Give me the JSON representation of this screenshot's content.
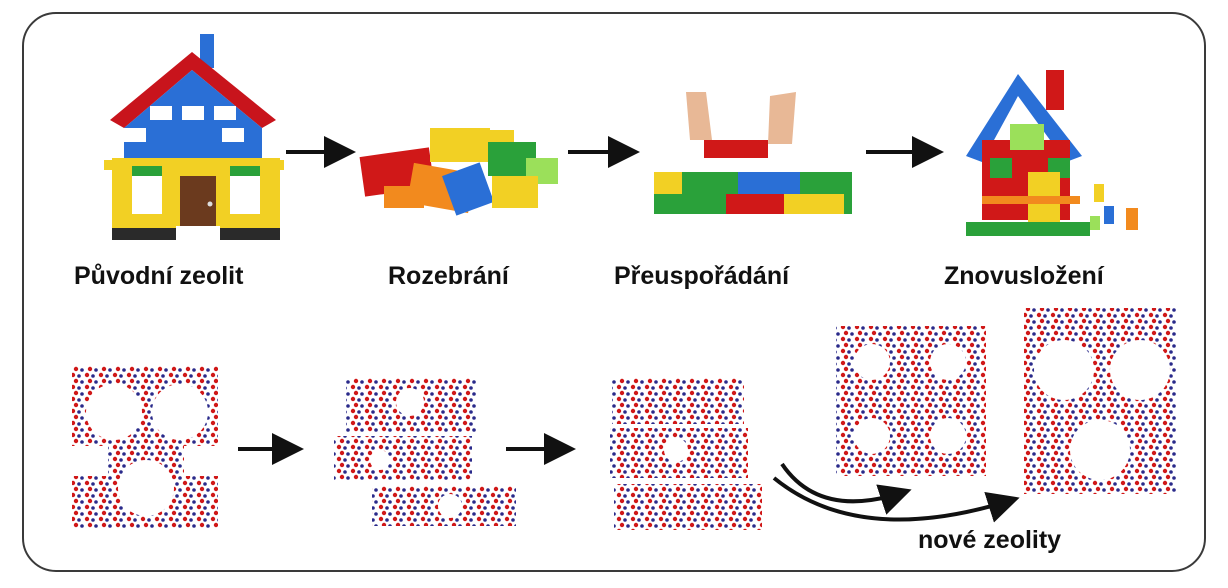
{
  "steps": [
    {
      "label": "Původní zeolit",
      "image": "lego-house-original"
    },
    {
      "label": "Rozebrání",
      "image": "lego-bricks-pile"
    },
    {
      "label": "Přeuspořádání",
      "image": "lego-bricks-rearranged"
    },
    {
      "label": "Znovusložení",
      "image": "lego-house-reassembled"
    }
  ],
  "bottom_label": "nové zeolity",
  "colors": {
    "frame": "#3a3a3a",
    "oxygen": "#d01818",
    "silicon": "#2a2a8a",
    "arrow": "#111111"
  }
}
